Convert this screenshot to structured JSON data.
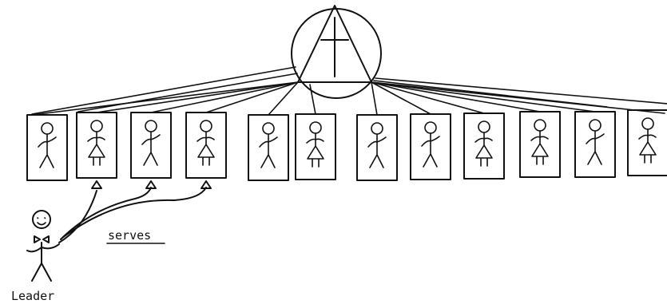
{
  "labels": {
    "leader": "Leader",
    "serves": "serves"
  },
  "figures": [
    "man",
    "woman",
    "man",
    "woman",
    "man",
    "woman",
    "man",
    "man",
    "woman",
    "woman",
    "man",
    "woman"
  ],
  "served_members": [
    2,
    3,
    4
  ],
  "symbols": {
    "top": "circle-triangle-cross"
  },
  "colors": {
    "ink": "#111111",
    "paper": "#ffffff"
  }
}
